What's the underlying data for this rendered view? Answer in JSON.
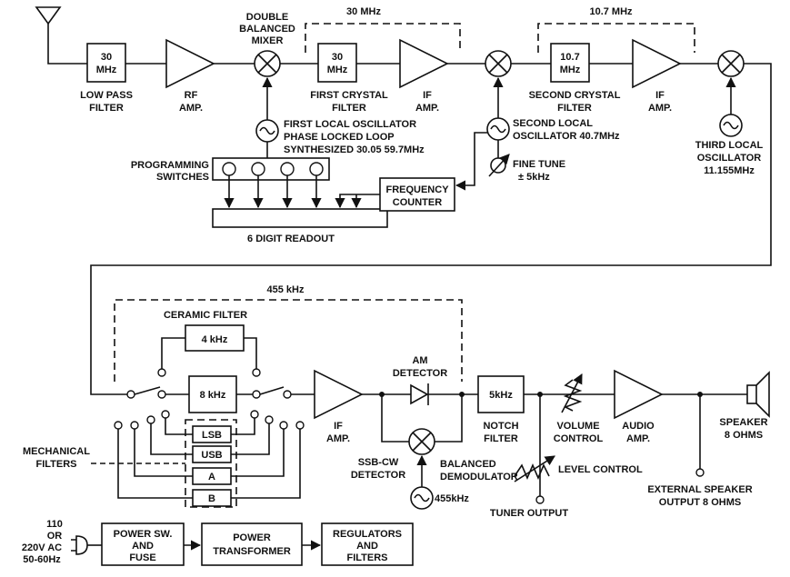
{
  "top": {
    "f30_top": "30 MHz",
    "f107_top": "10.7 MHz",
    "lpf_box": [
      "30",
      "MHz"
    ],
    "lpf_label": [
      "LOW PASS",
      "FILTER"
    ],
    "rf_amp": [
      "RF",
      "AMP."
    ],
    "dbm_label": [
      "DOUBLE",
      "BALANCED",
      "MIXER"
    ],
    "xtal1_box": [
      "30",
      "MHz"
    ],
    "xtal1_label": [
      "FIRST CRYSTAL",
      "FILTER"
    ],
    "if1_label": [
      "IF",
      "AMP."
    ],
    "xtal2_box": [
      "10.7",
      "MHz"
    ],
    "xtal2_label": [
      "SECOND CRYSTAL",
      "FILTER"
    ],
    "if2_label": [
      "IF",
      "AMP."
    ],
    "lo1_label": [
      "FIRST LOCAL OSCILLATOR",
      "PHASE LOCKED LOOP",
      "SYNTHESIZED 30.05 59.7MHz"
    ],
    "lo2_label": [
      "SECOND LOCAL",
      "OSCILLATOR 40.7MHz"
    ],
    "fine_tune": [
      "FINE TUNE",
      "± 5kHz"
    ],
    "lo3_label": [
      "THIRD LOCAL",
      "OSCILLATOR",
      "11.155MHz"
    ],
    "prog_label": [
      "PROGRAMMING",
      "SWITCHES"
    ],
    "freq_counter": [
      "FREQUENCY",
      "COUNTER"
    ],
    "readout": "6 DIGIT READOUT"
  },
  "bottom": {
    "f455": "455 kHz",
    "ceramic_label": "CERAMIC FILTER",
    "ceramic_4k": "4 kHz",
    "ceramic_8k": "8 kHz",
    "mech_label": [
      "MECHANICAL",
      "FILTERS"
    ],
    "mech_filters": [
      "LSB",
      "USB",
      "A",
      "B"
    ],
    "if3_label": [
      "IF",
      "AMP."
    ],
    "am_det": [
      "AM",
      "DETECTOR"
    ],
    "ssb_det": [
      "SSB-CW",
      "DETECTOR"
    ],
    "bal_demod": "BALANCED",
    "bal_demod2": "DEMODULATOR",
    "osc455": "455kHz",
    "notch_box": "5kHz",
    "notch_label": [
      "NOTCH",
      "FILTER"
    ],
    "level_control": "LEVEL CONTROL",
    "tuner_output": "TUNER OUTPUT",
    "volume": [
      "VOLUME",
      "CONTROL"
    ],
    "audio_amp": [
      "AUDIO",
      "AMP."
    ],
    "speaker": [
      "SPEAKER",
      "8 OHMS"
    ],
    "ext_speaker": [
      "EXTERNAL SPEAKER",
      "OUTPUT 8 OHMS"
    ]
  },
  "power": {
    "mains": [
      "110",
      "OR",
      "220V AC",
      "50-60Hz"
    ],
    "switch": [
      "POWER SW.",
      "AND",
      "FUSE"
    ],
    "transformer": [
      "POWER",
      "TRANSFORMER"
    ],
    "regulators": [
      "REGULATORS",
      "AND",
      "FILTERS"
    ]
  }
}
